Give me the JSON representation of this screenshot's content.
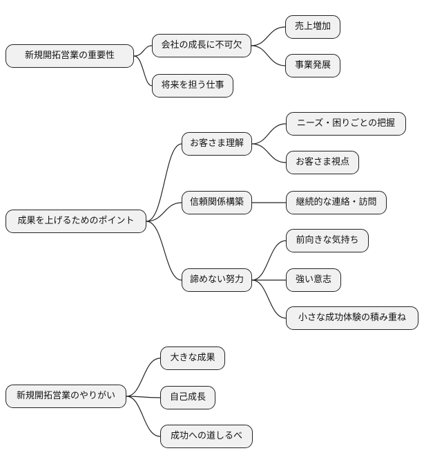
{
  "mindmaps": [
    {
      "root": "新規開拓営業の重要性",
      "children": [
        {
          "label": "会社の成長に不可欠",
          "children": [
            "売上増加",
            "事業発展"
          ]
        },
        {
          "label": "将来を担う仕事",
          "children": []
        }
      ]
    },
    {
      "root": "成果を上げるためのポイント",
      "children": [
        {
          "label": "お客さま理解",
          "children": [
            "ニーズ・困りごとの把握",
            "お客さま視点"
          ]
        },
        {
          "label": "信頼関係構築",
          "children": [
            "継続的な連絡・訪問"
          ]
        },
        {
          "label": "諦めない努力",
          "children": [
            "前向きな気持ち",
            "強い意志",
            "小さな成功体験の積み重ね"
          ]
        }
      ]
    },
    {
      "root": "新規開拓営業のやりがい",
      "children": [
        {
          "label": "大きな成果",
          "children": []
        },
        {
          "label": "自己成長",
          "children": []
        },
        {
          "label": "成功への道しるべ",
          "children": []
        }
      ]
    }
  ]
}
